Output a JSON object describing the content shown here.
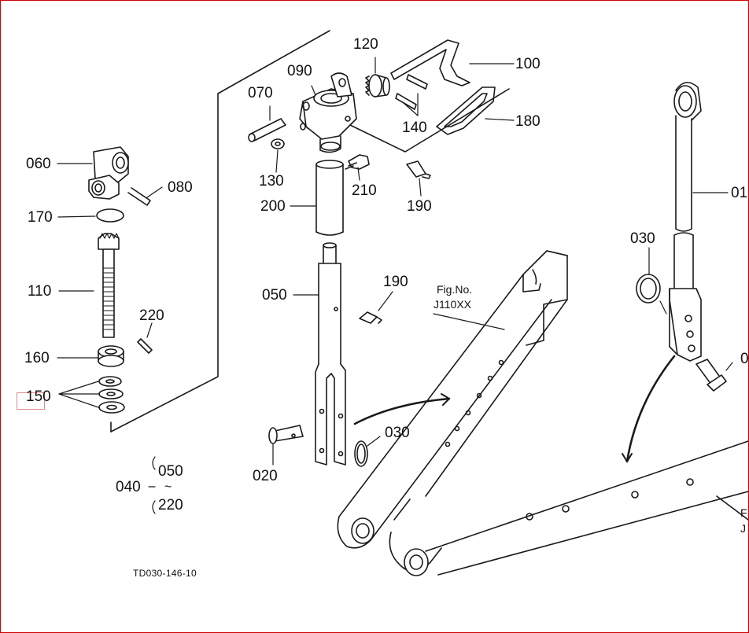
{
  "diagram": {
    "labels": {
      "p120": "120",
      "p090": "090",
      "p100": "100",
      "p070": "070",
      "p140": "140",
      "p180": "180",
      "p060": "060",
      "p080": "080",
      "p130": "130",
      "p210": "210",
      "p190a": "190",
      "p200": "200",
      "p170": "170",
      "p01x": "01",
      "p030a": "030",
      "p110": "110",
      "p050": "050",
      "p190b": "190",
      "p220": "220",
      "p160": "160",
      "p150": "150",
      "p030b": "030",
      "p020": "020",
      "p0x": "0",
      "p040": "040",
      "p050r": "050",
      "p220r": "220",
      "fig_no": "Fig.No.",
      "fig_code": "J110XX",
      "fig_cut_f": "F",
      "fig_cut_j": "J",
      "drawing_code": "TD030-146-10"
    },
    "range_tilde": "~"
  }
}
